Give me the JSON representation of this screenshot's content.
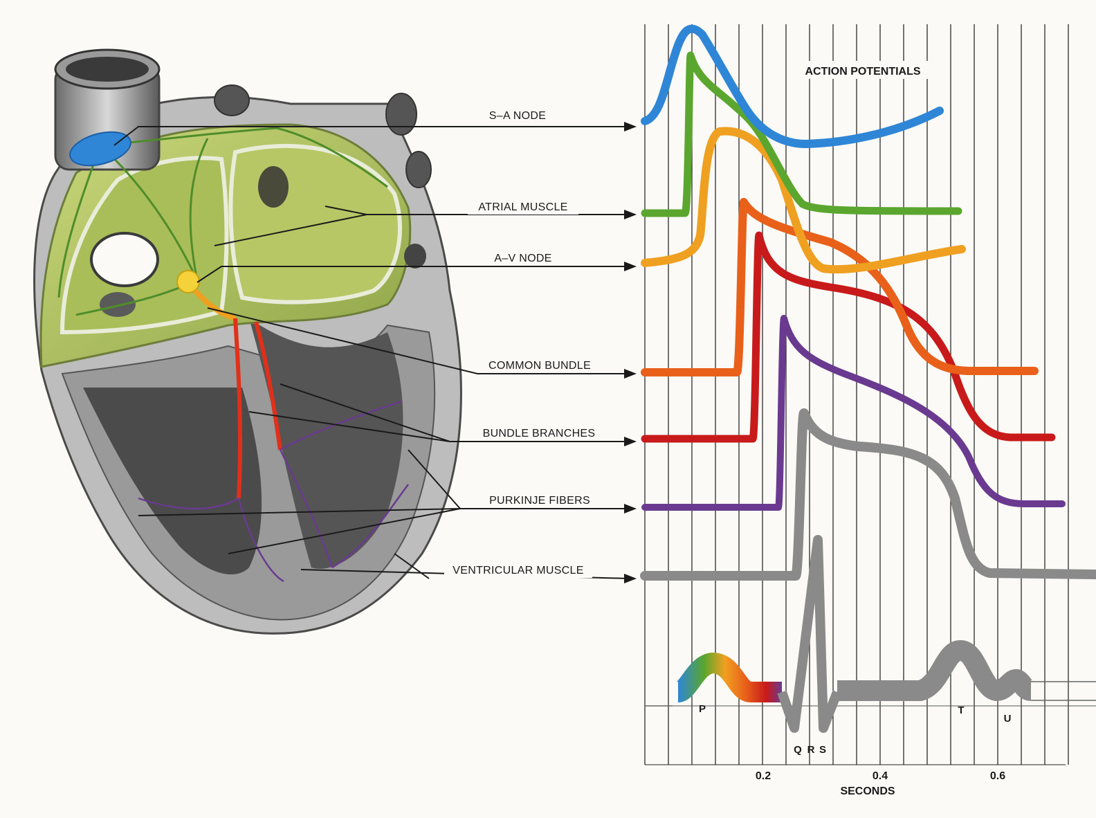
{
  "title": "ACTION POTENTIALS",
  "structures": [
    {
      "label": "S–A NODE",
      "color": "#2f86d6"
    },
    {
      "label": "ATRIAL MUSCLE",
      "color": "#5aa62e"
    },
    {
      "label": "A–V NODE",
      "color": "#f0a020"
    },
    {
      "label": "COMMON BUNDLE",
      "color": "#e8601a"
    },
    {
      "label": "BUNDLE BRANCHES",
      "color": "#c81a1a"
    },
    {
      "label": "PURKINJE FIBERS",
      "color": "#6a3a90"
    },
    {
      "label": "VENTRICULAR MUSCLE",
      "color": "#8a8a8a"
    }
  ],
  "ecg_waves": [
    "P",
    "Q",
    "R",
    "S",
    "T",
    "U"
  ],
  "x_axis": {
    "label": "SECONDS",
    "ticks": [
      "0.2",
      "0.4",
      "0.6"
    ]
  }
}
